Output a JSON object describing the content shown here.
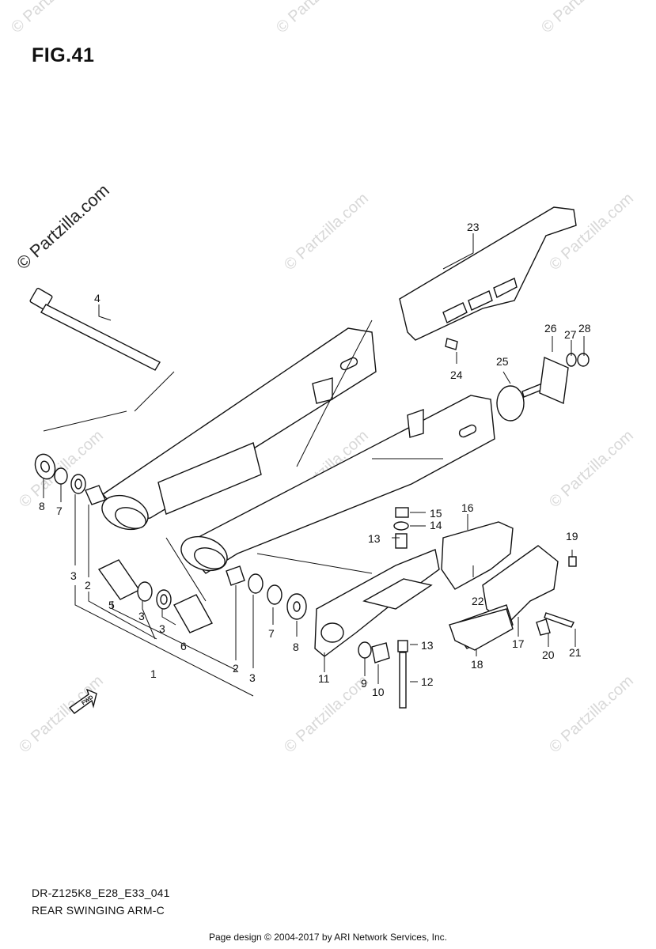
{
  "header": {
    "figure_label": "FIG.41"
  },
  "brand": {
    "copyright_text": "© Partzilla.com"
  },
  "watermark_text": "© Partzilla.com",
  "footer": {
    "model_code": "DR-Z125K8_E28_E33_041",
    "diagram_name": "REAR SWINGING ARM-C",
    "page_design_credit": "Page design © 2004-2017 by ARI Network Services, Inc."
  },
  "fwd_arrow_label": "FWD",
  "callouts": [
    {
      "id": "c1",
      "text": "1"
    },
    {
      "id": "c2a",
      "text": "2"
    },
    {
      "id": "c2b",
      "text": "2"
    },
    {
      "id": "c3a",
      "text": "3"
    },
    {
      "id": "c3b",
      "text": "3"
    },
    {
      "id": "c3c",
      "text": "3"
    },
    {
      "id": "c3d",
      "text": "3"
    },
    {
      "id": "c4",
      "text": "4"
    },
    {
      "id": "c5",
      "text": "5"
    },
    {
      "id": "c6",
      "text": "6"
    },
    {
      "id": "c7a",
      "text": "7"
    },
    {
      "id": "c7b",
      "text": "7"
    },
    {
      "id": "c8a",
      "text": "8"
    },
    {
      "id": "c8b",
      "text": "8"
    },
    {
      "id": "c9",
      "text": "9"
    },
    {
      "id": "c10",
      "text": "10"
    },
    {
      "id": "c11",
      "text": "11"
    },
    {
      "id": "c12",
      "text": "12"
    },
    {
      "id": "c13a",
      "text": "13"
    },
    {
      "id": "c13b",
      "text": "13"
    },
    {
      "id": "c14",
      "text": "14"
    },
    {
      "id": "c15",
      "text": "15"
    },
    {
      "id": "c16",
      "text": "16"
    },
    {
      "id": "c17",
      "text": "17"
    },
    {
      "id": "c18",
      "text": "18"
    },
    {
      "id": "c19",
      "text": "19"
    },
    {
      "id": "c20",
      "text": "20"
    },
    {
      "id": "c21",
      "text": "21"
    },
    {
      "id": "c22",
      "text": "22"
    },
    {
      "id": "c23",
      "text": "23"
    },
    {
      "id": "c24",
      "text": "24"
    },
    {
      "id": "c25",
      "text": "25"
    },
    {
      "id": "c26",
      "text": "26"
    },
    {
      "id": "c27",
      "text": "27"
    },
    {
      "id": "c28",
      "text": "28"
    }
  ]
}
